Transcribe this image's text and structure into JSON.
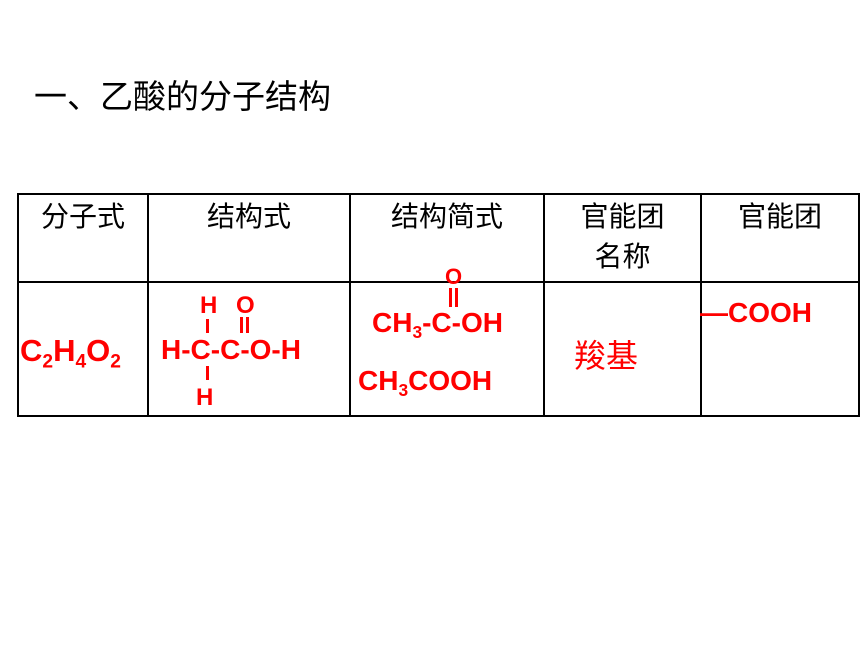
{
  "title": "一、乙酸的分子结构",
  "table": {
    "headers": [
      "分子式",
      "结构式",
      "结构简式",
      "官能团名称",
      "官能团"
    ],
    "header_lines": {
      "fg_name_line1": "官能团",
      "fg_name_line2": "名称"
    },
    "molecular_formula": {
      "c": "C",
      "c_n": "2",
      "h": "H",
      "h_n": "4",
      "o": "O",
      "o_n": "2"
    },
    "structural_formula": {
      "top_h": "H",
      "top_o": "O",
      "main": "H-C-C-O-H",
      "main_left": "H-C",
      "main_mid": "-C",
      "main_right": "-O-H",
      "bottom_h": "H"
    },
    "condensed_formula": {
      "top_o": "O",
      "line1_pre": "CH",
      "line1_sub": "3",
      "line1_post": "-C-OH",
      "line2_pre": "CH",
      "line2_sub": "3",
      "line2_post": "COOH"
    },
    "functional_group_name": "羧基",
    "functional_group": "—COOH"
  },
  "colors": {
    "accent": "#ff0000",
    "text": "#000000"
  }
}
